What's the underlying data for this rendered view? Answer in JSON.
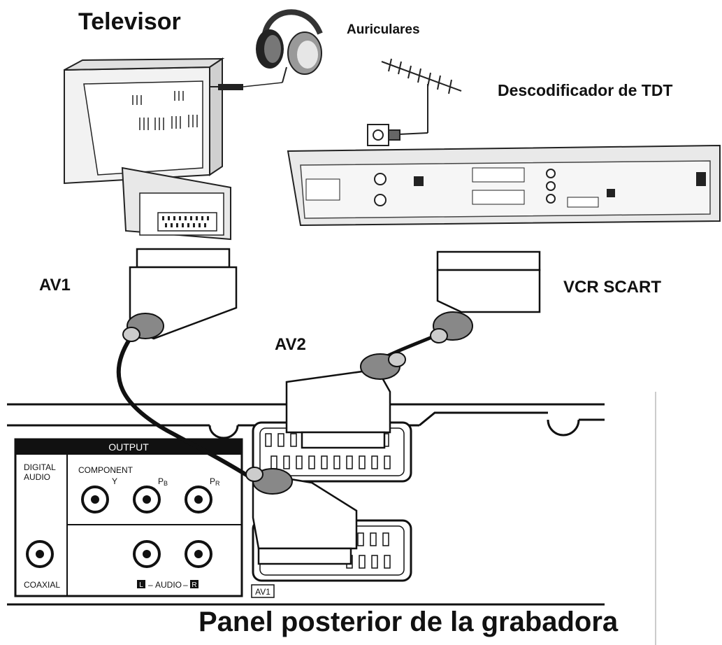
{
  "labels": {
    "tv": "Televisor",
    "headphones": "Auriculares",
    "tdt": "Descodificador de TDT",
    "av1": "AV1",
    "vcr": "VCR SCART",
    "av2": "AV2",
    "panel": "Panel posterior de la grabadora"
  },
  "rear_panel": {
    "output": "OUTPUT",
    "digital_audio_1": "DIGITAL",
    "digital_audio_2": "AUDIO",
    "component": "COMPONENT",
    "y": "Y",
    "pb": "P",
    "pb_sub": "B",
    "pr": "P",
    "pr_sub": "R",
    "coaxial": "COAXIAL",
    "audio": "AUDIO",
    "audio_l": "L",
    "audio_r": "R",
    "av1_tag": "AV1"
  }
}
